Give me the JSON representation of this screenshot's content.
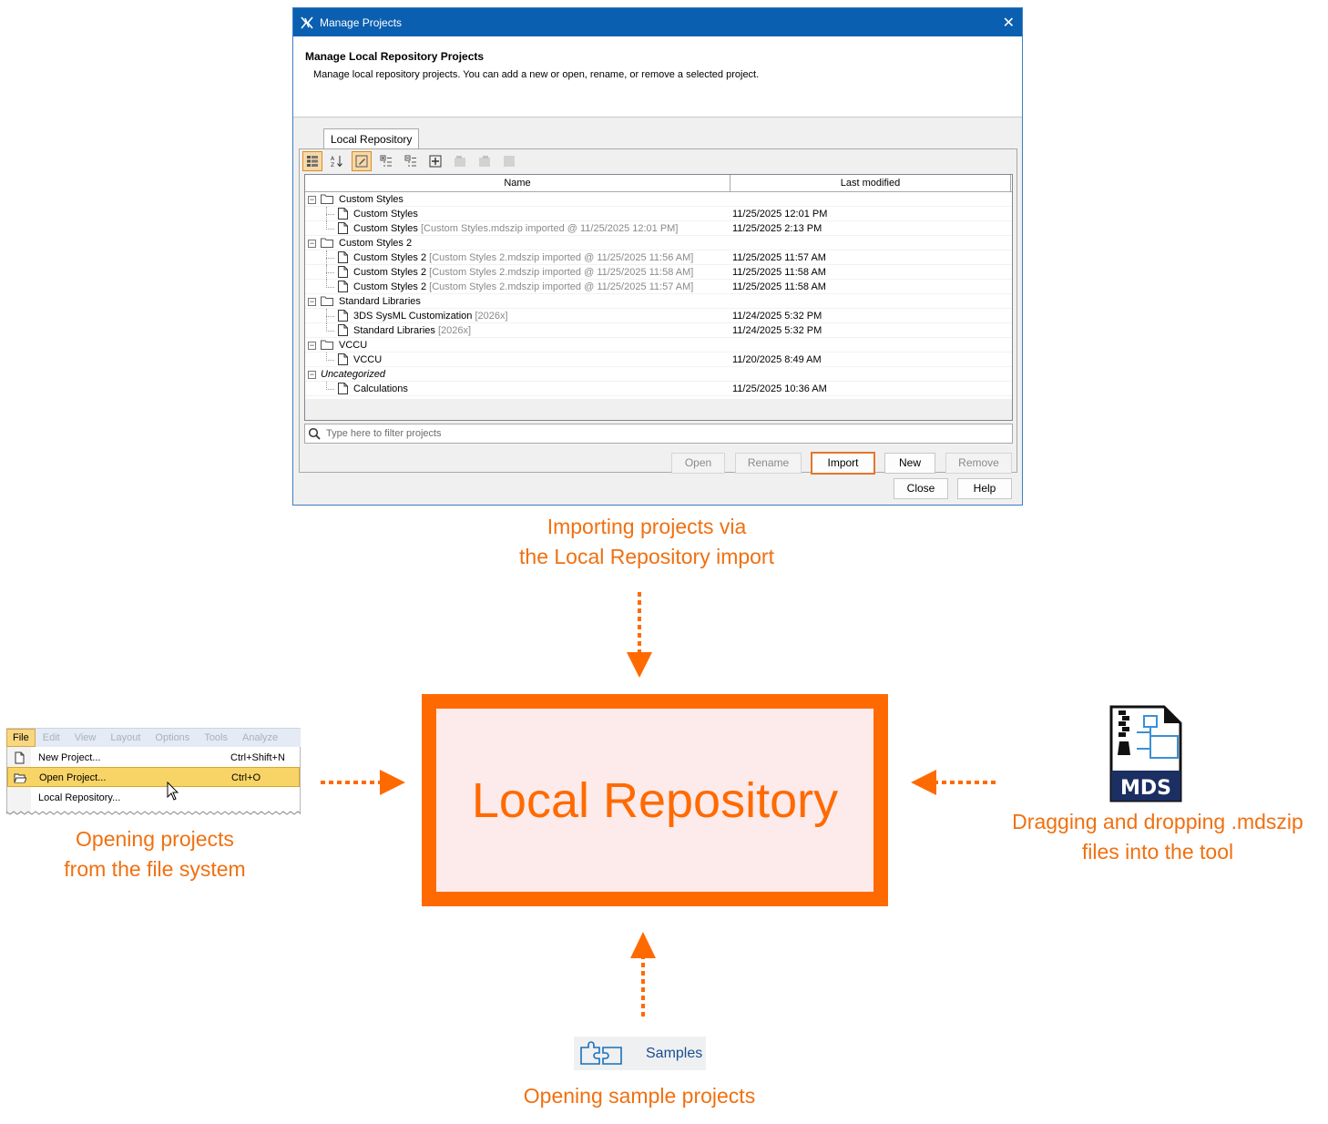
{
  "dialog": {
    "title": "Manage Projects",
    "header_title": "Manage Local Repository Projects",
    "header_desc": "Manage local repository projects. You can add a new or open, rename, or remove a selected project.",
    "tab_label": "Local Repository",
    "columns": {
      "name": "Name",
      "last_modified": "Last modified"
    },
    "rows": [
      {
        "type": "group",
        "label": "Custom Styles",
        "modified": ""
      },
      {
        "type": "item",
        "label": "Custom Styles",
        "suffix": "",
        "modified": "11/25/2025 12:01 PM"
      },
      {
        "type": "item",
        "label": "Custom Styles",
        "suffix": " [Custom Styles.mdszip imported @ 11/25/2025 12:01 PM]",
        "modified": "11/25/2025 2:13 PM"
      },
      {
        "type": "group",
        "label": "Custom Styles 2",
        "modified": ""
      },
      {
        "type": "item",
        "label": "Custom Styles 2",
        "suffix": " [Custom Styles 2.mdszip imported @ 11/25/2025 11:56 AM]",
        "modified": "11/25/2025 11:57 AM"
      },
      {
        "type": "item",
        "label": "Custom Styles 2",
        "suffix": " [Custom Styles 2.mdszip imported @ 11/25/2025 11:58 AM]",
        "modified": "11/25/2025 11:58 AM"
      },
      {
        "type": "item",
        "label": "Custom Styles 2",
        "suffix": " [Custom Styles 2.mdszip imported @ 11/25/2025 11:57 AM]",
        "modified": "11/25/2025 11:58 AM"
      },
      {
        "type": "group",
        "label": "Standard Libraries",
        "modified": ""
      },
      {
        "type": "item",
        "label": "3DS SysML Customization",
        "suffix": " [2026x]",
        "modified": "11/24/2025 5:32 PM"
      },
      {
        "type": "item",
        "label": "Standard Libraries",
        "suffix": " [2026x]",
        "modified": "11/24/2025 5:32 PM"
      },
      {
        "type": "group",
        "label": "VCCU",
        "modified": ""
      },
      {
        "type": "item",
        "label": "VCCU",
        "suffix": "",
        "modified": "11/20/2025 8:49 AM"
      },
      {
        "type": "category",
        "label": "Uncategorized",
        "modified": ""
      },
      {
        "type": "item",
        "label": "Calculations",
        "suffix": "",
        "modified": "11/25/2025 10:36 AM"
      }
    ],
    "filter_placeholder": "Type here to filter projects",
    "buttons": {
      "open": "Open",
      "rename": "Rename",
      "import": "Import",
      "new": "New",
      "remove": "Remove",
      "close": "Close",
      "help": "Help"
    }
  },
  "captions": {
    "top_line1": "Importing projects via",
    "top_line2": "the Local Repository import",
    "left_line1": "Opening projects",
    "left_line2": "from the file system",
    "right_line1": "Dragging and dropping .mdszip",
    "right_line2": "files into the tool",
    "bottom": "Opening sample projects"
  },
  "central_label": "Local Repository",
  "file_menu": {
    "bar": [
      "File",
      "Edit",
      "View",
      "Layout",
      "Options",
      "Tools",
      "Analyze"
    ],
    "items": [
      {
        "label": "New Project...",
        "shortcut": "Ctrl+Shift+N"
      },
      {
        "label": "Open Project...",
        "shortcut": "Ctrl+O"
      },
      {
        "label": "Local Repository...",
        "shortcut": ""
      }
    ]
  },
  "mds_icon_label": "MDS",
  "samples_label": "Samples",
  "colors": {
    "accent": "#ff6a00",
    "caption": "#f07010",
    "titlebar": "#0b5fb0",
    "box_fill": "#fdeaea"
  }
}
